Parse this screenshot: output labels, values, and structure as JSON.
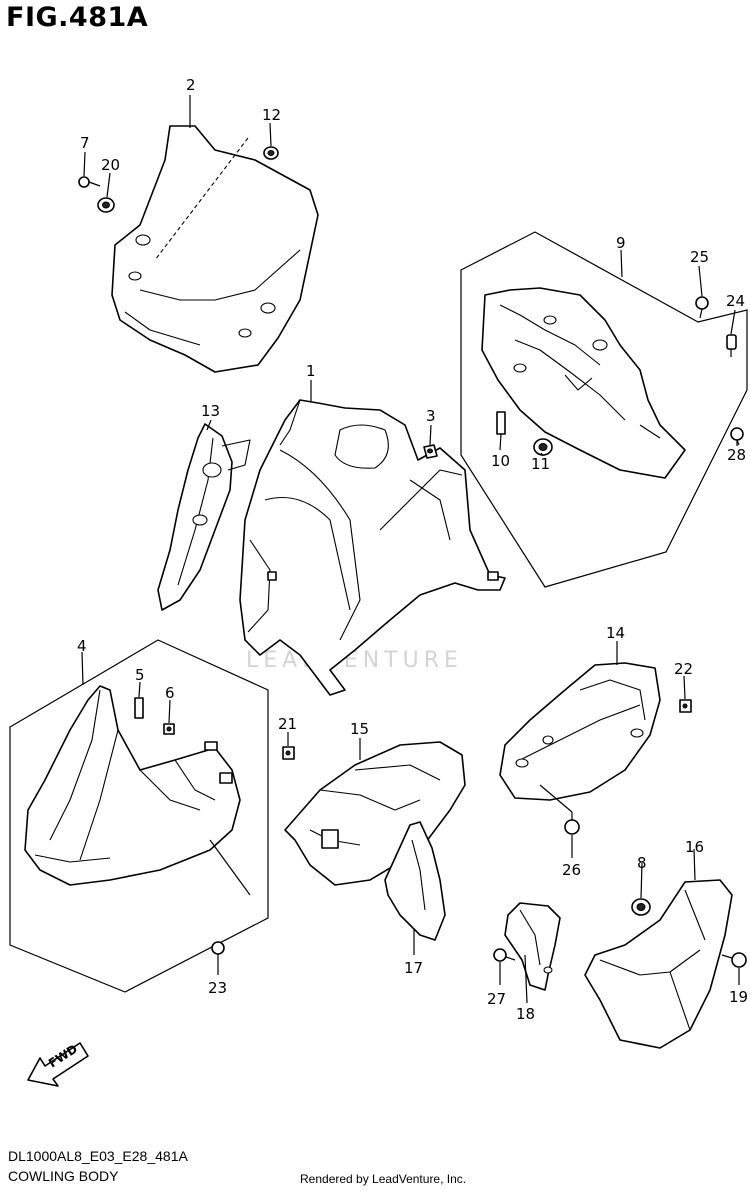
{
  "figure": {
    "title": "FIG.481A",
    "model_code": "DL1000AL8_E03_E28_481A",
    "section_name": "COWLING BODY",
    "render_credit": "Rendered by LeadVenture, Inc.",
    "watermark": "LEADVENTURE",
    "fwd_label": "FWD"
  },
  "callouts": {
    "c1": "1",
    "c2": "2",
    "c3": "3",
    "c4": "4",
    "c5": "5",
    "c6": "6",
    "c7": "7",
    "c8": "8",
    "c9": "9",
    "c10": "10",
    "c11": "11",
    "c12": "12",
    "c13": "13",
    "c14": "14",
    "c15": "15",
    "c16": "16",
    "c17": "17",
    "c18": "18",
    "c19": "19",
    "c20": "20",
    "c21": "21",
    "c22": "22",
    "c23": "23",
    "c24": "24",
    "c25": "25",
    "c26": "26",
    "c27": "27",
    "c28": "28"
  }
}
